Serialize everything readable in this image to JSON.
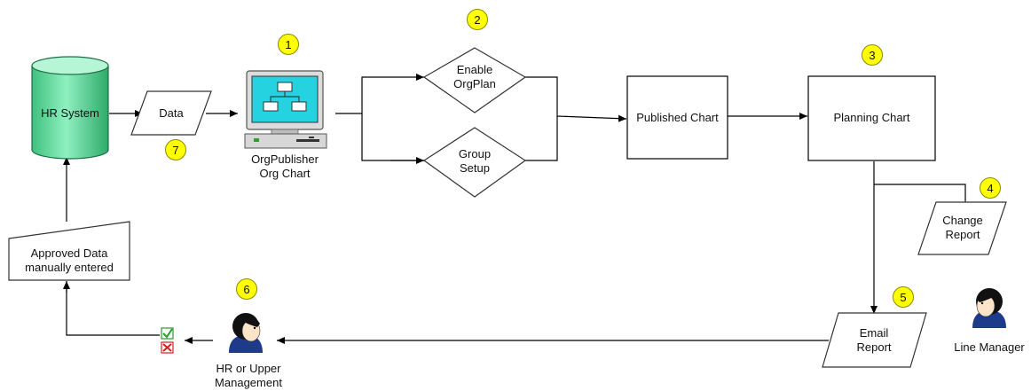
{
  "nodes": {
    "hr_system": "HR System",
    "data": "Data",
    "orgpublisher": [
      "OrgPublisher",
      "Org Chart"
    ],
    "enable_orgplan": [
      "Enable",
      "OrgPlan"
    ],
    "group_setup": [
      "Group",
      "Setup"
    ],
    "published_chart": "Published Chart",
    "planning_chart": "Planning Chart",
    "change_report": [
      "Change",
      "Report"
    ],
    "email_report": [
      "Email",
      "Report"
    ],
    "line_manager": "Line Manager",
    "hr_upper": [
      "HR or Upper",
      "Management"
    ],
    "approved_data": [
      "Approved Data",
      "manually entered"
    ]
  },
  "badges": [
    "1",
    "2",
    "3",
    "4",
    "5",
    "6",
    "7"
  ],
  "colors": {
    "cylinder": "#66e0a0",
    "monitor_screen": "#25d3e0",
    "badge": "#ffff00",
    "approve_check": "#2a9a2a",
    "reject_x": "#d02020"
  }
}
